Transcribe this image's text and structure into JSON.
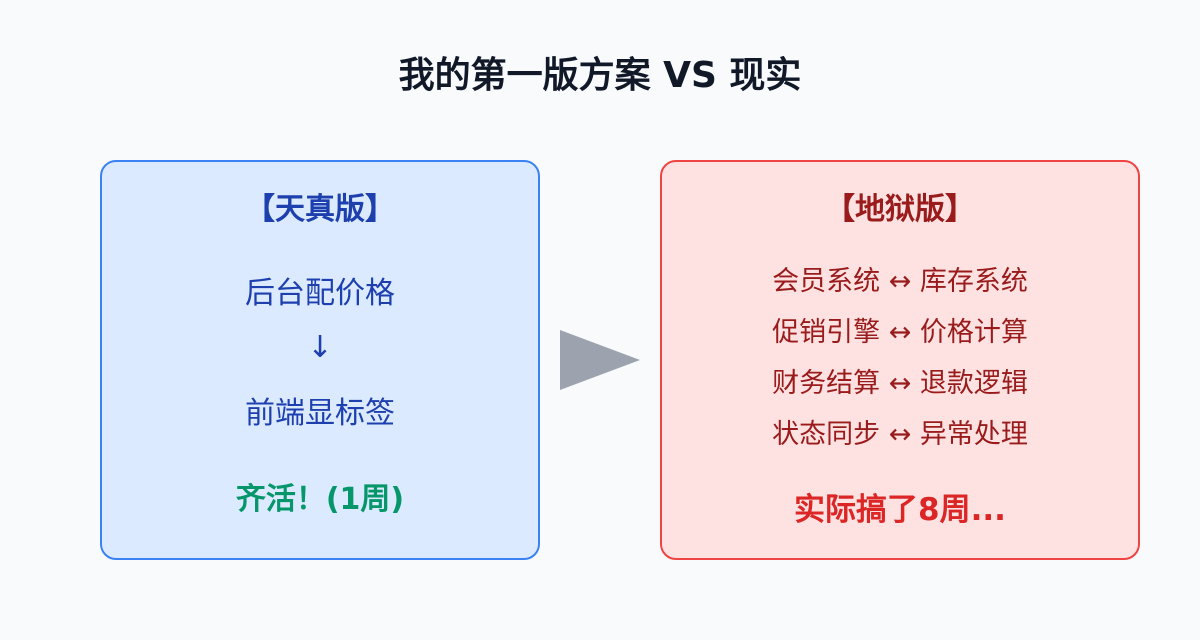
{
  "title": "我的第一版方案 VS 现实",
  "naive": {
    "heading": "【天真版】",
    "steps": [
      "后台配价格",
      "↓",
      "前端显标签"
    ],
    "result": "齐活！(1周)"
  },
  "hell": {
    "heading": "【地狱版】",
    "pairs": [
      "会员系统 ↔ 库存系统",
      "促销引擎 ↔ 价格计算",
      "财务结算 ↔ 退款逻辑",
      "状态同步 ↔ 异常处理"
    ],
    "result": "实际搞了8周..."
  },
  "colors": {
    "naive_bg": "#dbeafe",
    "naive_border": "#3b82f6",
    "hell_bg": "#fee2e2",
    "hell_border": "#ef4444",
    "arrow": "#9ca3af"
  }
}
